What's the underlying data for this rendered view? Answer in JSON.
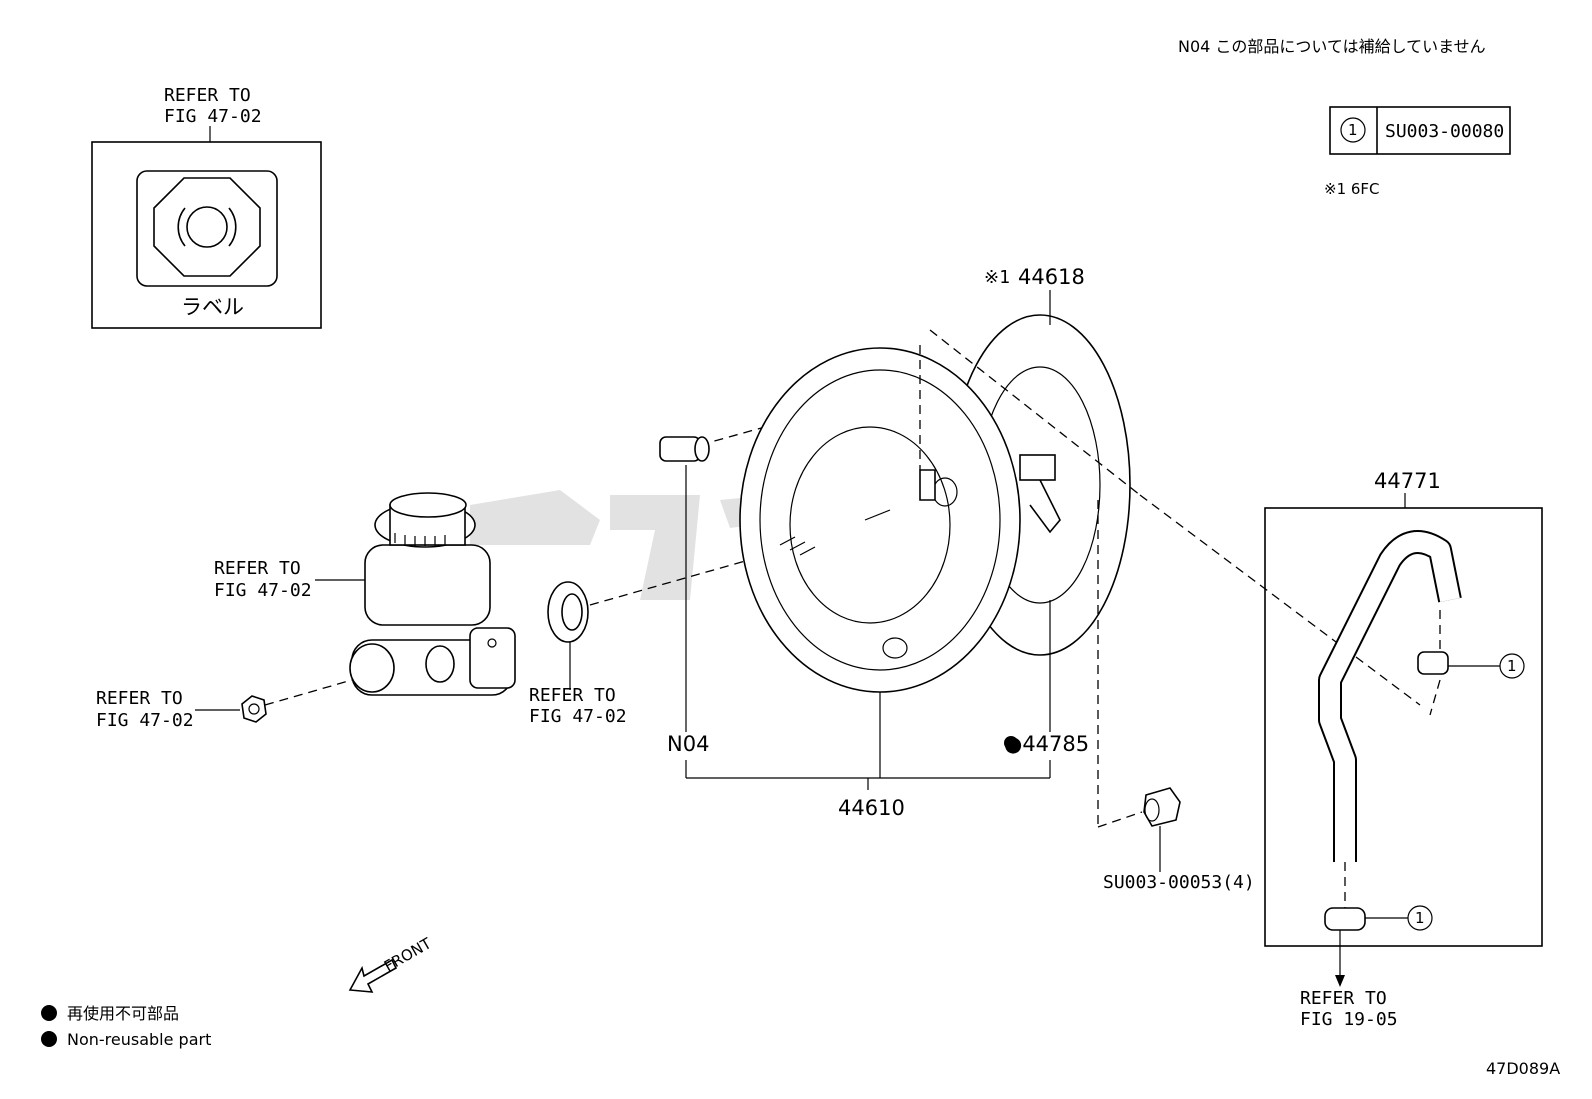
{
  "notes": {
    "n04_note": "N04 この部品については補給していません",
    "legend_jp": "再使用不可部品",
    "legend_en": "Non-reusable part",
    "figure_code": "47D089A",
    "variant_note": "※1 6FC"
  },
  "clip_ref": {
    "circle": "1",
    "part_no": "SU003-00080"
  },
  "label_box": {
    "refer_line1": "REFER TO",
    "refer_line2": "FIG 47-02",
    "caption": "ラベル"
  },
  "callouts": {
    "reservoir_1": "REFER TO",
    "reservoir_2": "FIG 47-02",
    "nut_1": "REFER TO",
    "nut_2": "FIG 47-02",
    "gasket_1": "REFER TO",
    "gasket_2": "FIG 47-02",
    "check_valve": "N04",
    "booster": "44610",
    "booster_gasket": "●44785",
    "booster_mark": "※1",
    "booster_alt": "44618",
    "nut_su": "SU003-00053(4)",
    "hose": "44771",
    "clip_a": "1",
    "clip_b": "1",
    "hose_ref_1": "REFER TO",
    "hose_ref_2": "FIG 19-05",
    "front": "FRONT"
  },
  "icons": [
    "octagon-label-icon",
    "front-arrow-icon",
    "bullet-dot-icon"
  ]
}
